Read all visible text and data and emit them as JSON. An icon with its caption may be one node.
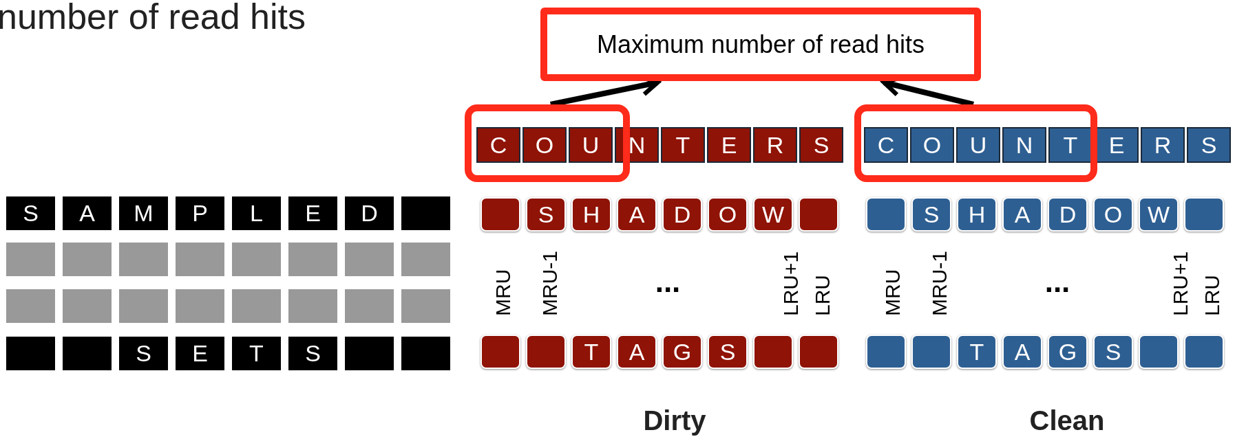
{
  "diagram": {
    "title": "number of read hits",
    "nodes": [
      {
        "text": [
          "Maximum number of read hits"
        ]
      },
      {
        "text": [],
        "shape": "box"
      },
      {
        "text": [],
        "shape": "box"
      }
    ],
    "edges": [
      {
        "from": 1,
        "to": 0,
        "arrow": "to"
      },
      {
        "from": 2,
        "to": 0,
        "arrow": "to"
      }
    ],
    "labels": [
      "C",
      "O",
      "U",
      "N",
      "T",
      "E",
      "R",
      "S",
      "C",
      "O",
      "U",
      "N",
      "T",
      "E",
      "R",
      "S",
      "S",
      "A",
      "M",
      "P",
      "L",
      "E",
      "D",
      "S",
      "H",
      "A",
      "D",
      "O",
      "W",
      "S",
      "H",
      "A",
      "D",
      "O",
      "W",
      "MRU",
      "MRU-1",
      "...",
      "LRU+1",
      "LRU",
      "MRU",
      "MRU-1",
      "...",
      "LRU+1",
      "LRU",
      "S",
      "E",
      "T",
      "S",
      "T",
      "A",
      "G",
      "S",
      "T",
      "A",
      "G",
      "S",
      "Dirty",
      "Clean"
    ]
  }
}
